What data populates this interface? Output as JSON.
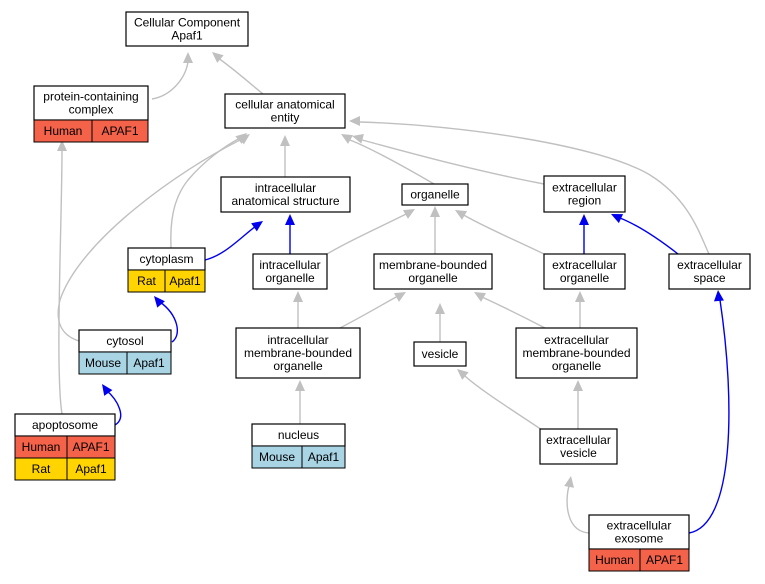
{
  "colors": {
    "human": "#f4624a",
    "rat": "#ffd400",
    "mouse": "#a8d4e4",
    "is_a_edge": "#c0c0c0",
    "part_of_edge": "#0000ee"
  },
  "nodes": {
    "root": {
      "lines": [
        "Cellular Component",
        "Apaf1"
      ]
    },
    "protein_complex": {
      "lines": [
        "protein-containing",
        "complex"
      ],
      "annotations": [
        [
          "Human",
          "APAF1"
        ]
      ]
    },
    "cellular_anatomical_entity": {
      "lines": [
        "cellular anatomical",
        "entity"
      ]
    },
    "intracellular_anatomical_structure": {
      "lines": [
        "intracellular",
        "anatomical structure"
      ]
    },
    "organelle": {
      "lines": [
        "organelle"
      ]
    },
    "extracellular_region": {
      "lines": [
        "extracellular",
        "region"
      ]
    },
    "cytoplasm": {
      "lines": [
        "cytoplasm"
      ],
      "annotations": [
        [
          "Rat",
          "Apaf1"
        ]
      ]
    },
    "intracellular_organelle": {
      "lines": [
        "intracellular",
        "organelle"
      ]
    },
    "membrane_bounded_organelle": {
      "lines": [
        "membrane-bounded",
        "organelle"
      ]
    },
    "extracellular_organelle": {
      "lines": [
        "extracellular",
        "organelle"
      ]
    },
    "extracellular_space": {
      "lines": [
        "extracellular",
        "space"
      ]
    },
    "cytosol": {
      "lines": [
        "cytosol"
      ],
      "annotations": [
        [
          "Mouse",
          "Apaf1"
        ]
      ]
    },
    "intracellular_mbo": {
      "lines": [
        "intracellular",
        "membrane-bounded",
        "organelle"
      ]
    },
    "vesicle": {
      "lines": [
        "vesicle"
      ]
    },
    "extracellular_mbo": {
      "lines": [
        "extracellular",
        "membrane-bounded",
        "organelle"
      ]
    },
    "apoptosome": {
      "lines": [
        "apoptosome"
      ],
      "annotations": [
        [
          "Human",
          "APAF1"
        ],
        [
          "Rat",
          "Apaf1"
        ]
      ]
    },
    "nucleus": {
      "lines": [
        "nucleus"
      ],
      "annotations": [
        [
          "Mouse",
          "Apaf1"
        ]
      ]
    },
    "extracellular_vesicle": {
      "lines": [
        "extracellular",
        "vesicle"
      ]
    },
    "extracellular_exosome": {
      "lines": [
        "extracellular",
        "exosome"
      ],
      "annotations": [
        [
          "Human",
          "APAF1"
        ]
      ]
    }
  }
}
